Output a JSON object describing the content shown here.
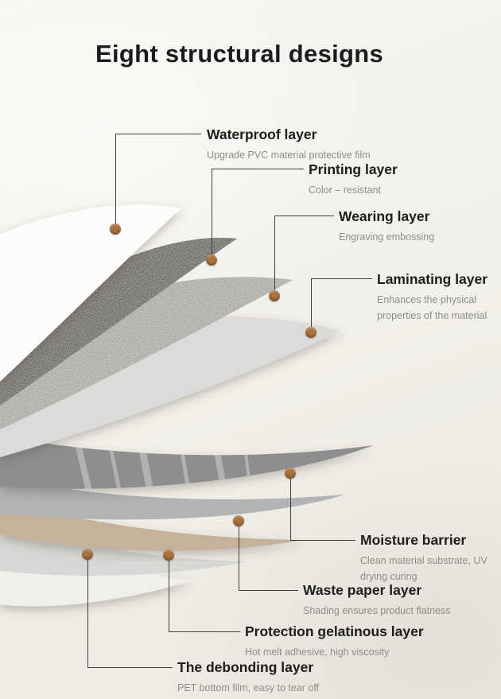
{
  "page": {
    "title": "Eight structural designs",
    "background": "#f2f0ea"
  },
  "palette": {
    "dot": "#a9713c",
    "connector": "#3f3f3f",
    "title_text": "#1c1c1e",
    "desc_text": "#8d8d8d"
  },
  "callouts": [
    {
      "title": "Waterproof layer",
      "desc": "Upgrade PVC material protective film"
    },
    {
      "title": "Printing layer",
      "desc": "Color – resistant"
    },
    {
      "title": "Wearing layer",
      "desc": "Engraving embossing"
    },
    {
      "title": "Laminating layer",
      "desc": "Enhances the physical properties of the material"
    },
    {
      "title": "Moisture barrier",
      "desc": "Clean material substrate, UV drying curing"
    },
    {
      "title": "Waste paper layer",
      "desc": "Shading ensures product flatness"
    },
    {
      "title": "Protection gelatinous layer",
      "desc": "Hot melt adhesive, high viscosity"
    },
    {
      "title": "The debonding layer",
      "desc": "PET bottom film, easy to tear off"
    }
  ],
  "layers": [
    {
      "name": "waterproof-sheet",
      "color": "#fcfcfb"
    },
    {
      "name": "printing-sheet",
      "color": "#a9a7a3"
    },
    {
      "name": "wearing-sheet",
      "color": "#c7c5c1"
    },
    {
      "name": "laminating-sheet",
      "color": "#dbdbd9"
    },
    {
      "name": "moisture-barrier-sheet",
      "color": "#8d8e90"
    },
    {
      "name": "waste-paper-sheet",
      "color": "#b2b3b5"
    },
    {
      "name": "protection-gelatinous-sheet",
      "color": "#c4b29c"
    },
    {
      "name": "debonding-sheet",
      "color": "#d7d7d5"
    },
    {
      "name": "base-sheet",
      "color": "#f0efeb"
    }
  ]
}
